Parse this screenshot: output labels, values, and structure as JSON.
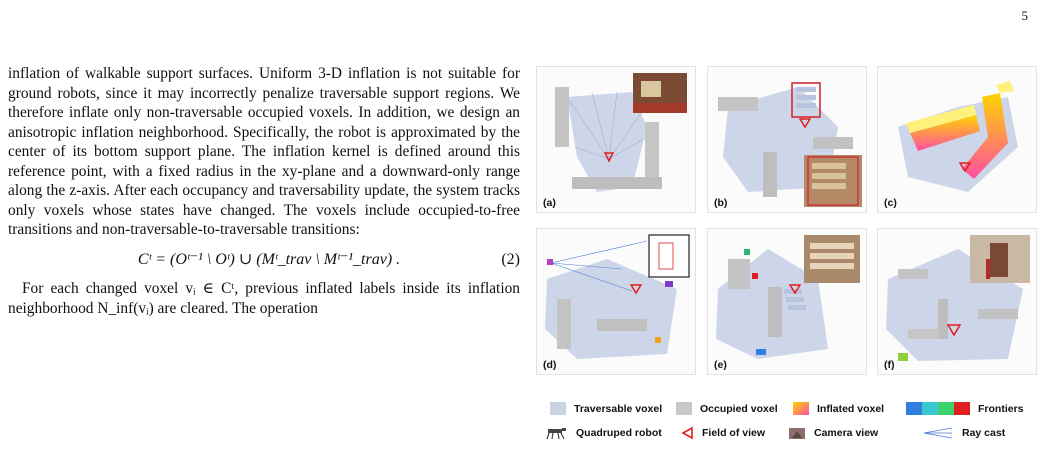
{
  "page_number": "5",
  "body": {
    "paragraph1": "inflation of walkable support surfaces. Uniform 3-D inflation is not suitable for ground robots, since it may incorrectly penalize traversable support regions. We therefore inflate only non-traversable occupied voxels. In addition, we design an anisotropic inflation neighborhood. Specifically, the robot is approximated by the center of its bottom support plane. The inflation kernel is defined around this reference point, with a fixed radius in the xy-plane and a downward-only range along the z-axis. After each occupancy and traversability update, the system tracks only voxels whose states have changed. The voxels include occupied-to-free transitions and non-traversable-to-traversable transitions:",
    "equation": "Cᵗ = (Oᵗ⁻¹ \\ Oᵗ) ∪ (Mᵗ_trav \\ Mᵗ⁻¹_trav) .",
    "equation_number": "(2)",
    "paragraph2": "For each changed voxel vᵢ ∈ Cᵗ, previous inflated labels inside its inflation neighborhood N_inf(vᵢ) are cleared. The operation"
  },
  "figure": {
    "panels": [
      {
        "label": "(a)"
      },
      {
        "label": "(b)"
      },
      {
        "label": "(c)"
      },
      {
        "label": "(d)"
      },
      {
        "label": "(e)"
      },
      {
        "label": "(f)"
      }
    ],
    "legend": [
      {
        "label": "Traversable voxel",
        "icon": "traversable-voxel-swatch",
        "color": "#c9d3e6"
      },
      {
        "label": "Occupied voxel",
        "icon": "occupied-voxel-swatch",
        "color": "#c8c8c8"
      },
      {
        "label": "Inflated voxel",
        "icon": "inflated-voxel-swatch",
        "color": "#f5b33a"
      },
      {
        "label": "Frontiers",
        "icon": "frontiers-swatch",
        "colors": [
          "#2f7fe0",
          "#39c8d0",
          "#3bd16f",
          "#e02020"
        ]
      },
      {
        "label": "Quadruped robot",
        "icon": "quadruped-robot-icon"
      },
      {
        "label": "Field of view",
        "icon": "field-of-view-icon",
        "color": "#e01e1e"
      },
      {
        "label": "Camera view",
        "icon": "camera-view-icon"
      },
      {
        "label": "Ray cast",
        "icon": "ray-cast-icon",
        "color": "#4a7bd0"
      }
    ]
  }
}
